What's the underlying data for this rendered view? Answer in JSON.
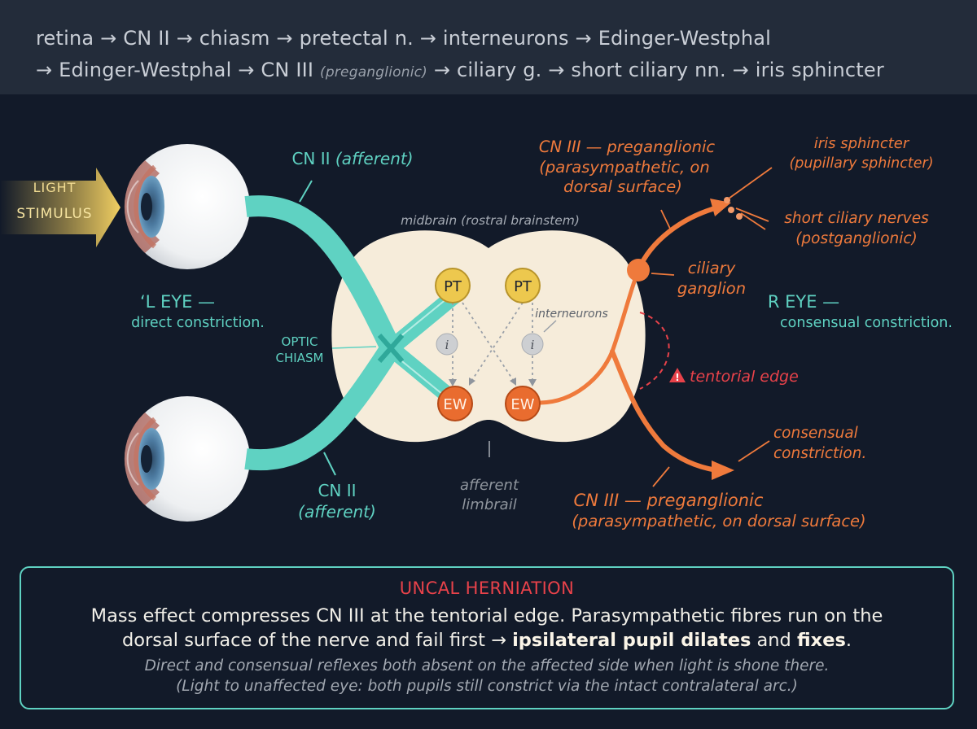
{
  "header": {
    "line1": "retina → CN II → chiasm → pretectal n. → interneurons → Edinger-Westphal",
    "line2_a": "→ Edinger-Westphal → CN III ",
    "line2_b": "(preganglionic)",
    "line2_c": " → ciliary g. → short ciliary nn. → iris sphincter"
  },
  "labels": {
    "light1": "LIGHT",
    "light2": "STIMULUS",
    "cn2_top_a": "CN II ",
    "cn2_top_b": "(afferent)",
    "cn2_bottom_a": "CN II",
    "cn2_bottom_b": "(afferent)",
    "left_eye_1": "‘L EYE —",
    "left_eye_2": "direct constriction.",
    "optic_1": "OPTIC",
    "optic_2": "CHIASM",
    "midbrain": "midbrain (rostral brainstem)",
    "pt": "PT",
    "ew": "EW",
    "interneuron": "i",
    "interneurons": "interneurons",
    "limbrail_1": "afferent",
    "limbrail_2": "limbrail",
    "cn3_top_1": "CN III — preganglionic",
    "cn3_top_2": "(parasympathetic, on",
    "cn3_top_3": "dorsal surface)",
    "iris_1": "iris sphincter",
    "iris_2": "(pupillary sphincter)",
    "short_1": "short ciliary nerves",
    "short_2": "(postganglionic)",
    "ciliary_1": "ciliary",
    "ciliary_2": "ganglion",
    "right_eye_1": "R EYE —",
    "right_eye_2": "consensual constriction.",
    "tentorial": "tentorial edge",
    "warning_mark": "!",
    "consensual_1": "consensual",
    "consensual_2": "constriction.",
    "cn3_bottom_1": "CN III — preganglionic",
    "cn3_bottom_2": "(parasympathetic, on dorsal surface)"
  },
  "callout": {
    "title": "UNCAL HERNIATION",
    "body1": "Mass effect compresses CN III at the tentorial edge. Parasympathetic fibres run on the",
    "body2_a": "dorsal surface of the nerve and fail first → ",
    "body2_b": "ipsilateral pupil dilates",
    "body2_c": " and ",
    "body2_d": "fixes",
    "body2_e": ".",
    "italic1": "Direct and consensual reflexes both absent on the affected side when light is shone there.",
    "italic2": "(Light to unaffected eye: both pupils still constrict via the intact contralateral arc.)"
  },
  "colors": {
    "background": "#121a29",
    "header_bg": "#232c3a",
    "afferent": "#5fd2c2",
    "efferent": "#ef7a3c",
    "light": "#e4c25a",
    "pretectal": "#edc84e",
    "ew_nucleus": "#e96c2f",
    "midbrain": "#f6ecda",
    "warning": "#e8424a"
  }
}
